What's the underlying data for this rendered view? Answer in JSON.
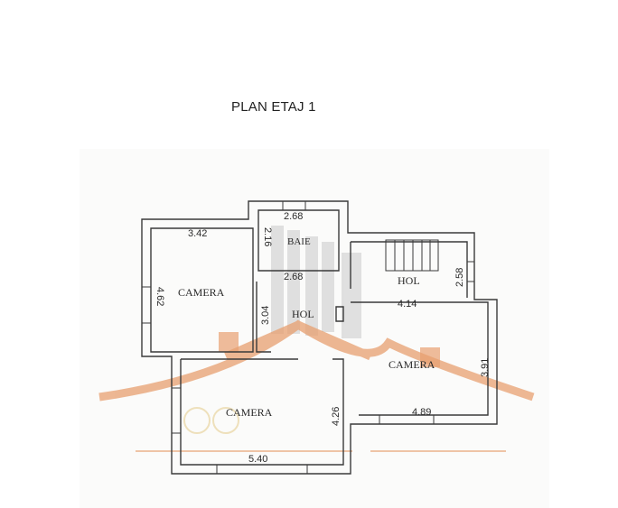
{
  "title": "PLAN ETAJ 1",
  "rooms": [
    {
      "name": "CAMERA",
      "id": "camera-nw",
      "dims": [
        "3.42",
        "4.62"
      ]
    },
    {
      "name": "BAIE",
      "id": "baie",
      "dims": [
        "2.68",
        "2.16",
        "2.68"
      ]
    },
    {
      "name": "HOL",
      "id": "hol-ne",
      "dims": [
        "4.14",
        "2.58"
      ]
    },
    {
      "name": "HOL",
      "id": "hol-center",
      "dims": [
        "3.04"
      ]
    },
    {
      "name": "CAMERA",
      "id": "camera-e",
      "dims": [
        "4.89",
        "3.91"
      ]
    },
    {
      "name": "CAMERA",
      "id": "camera-sw",
      "dims": [
        "5.40",
        "4.26"
      ]
    }
  ],
  "labels": {
    "camera_nw": "CAMERA",
    "baie": "BAIE",
    "hol_ne": "HOL",
    "hol_center": "HOL",
    "camera_e": "CAMERA",
    "camera_sw": "CAMERA"
  },
  "dimensions": {
    "camera_nw_width": "3.42",
    "camera_nw_height": "4.62",
    "baie_top": "2.68",
    "baie_side": "2.16",
    "baie_bottom": "2.68",
    "hol_center": "3.04",
    "hol_ne_width": "4.14",
    "hol_ne_height": "2.58",
    "camera_e_width": "4.89",
    "camera_e_height": "3.91",
    "camera_sw_width": "5.40",
    "camera_sw_height": "4.26"
  },
  "colors": {
    "wall": "#3a3a3a",
    "watermark_orange": "#e8a070",
    "watermark_gray": "#c8c8c8"
  }
}
